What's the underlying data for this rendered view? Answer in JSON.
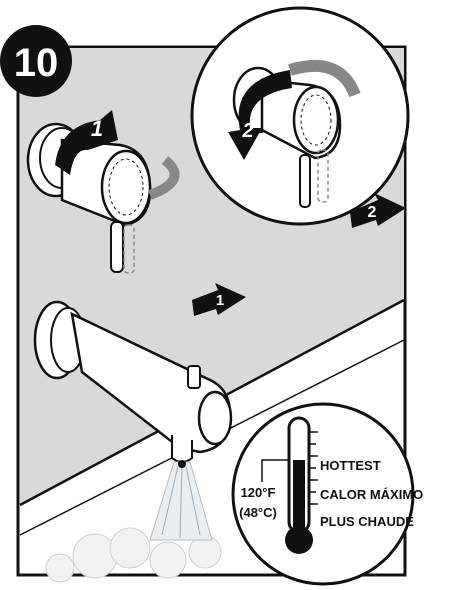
{
  "step": {
    "number": "10"
  },
  "callouts": {
    "rotate_1": "1",
    "rotate_2": "2",
    "pointer_1": "1",
    "pointer_2": "2"
  },
  "thermometer": {
    "temp_f": "120°F",
    "temp_c": "(48°C)",
    "label_en": "HOTTEST",
    "label_es": "CALOR MÁXIMO",
    "label_fr": "PLUS CHAUDE"
  },
  "icons": {
    "handle": "faucet-handle-icon",
    "spout": "tub-spout-icon",
    "thermometer": "thermometer-icon",
    "arrow": "rotate-arrow-icon"
  },
  "colors": {
    "ink": "#111111",
    "wall_gray": "#d9d9d9",
    "white": "#ffffff"
  }
}
